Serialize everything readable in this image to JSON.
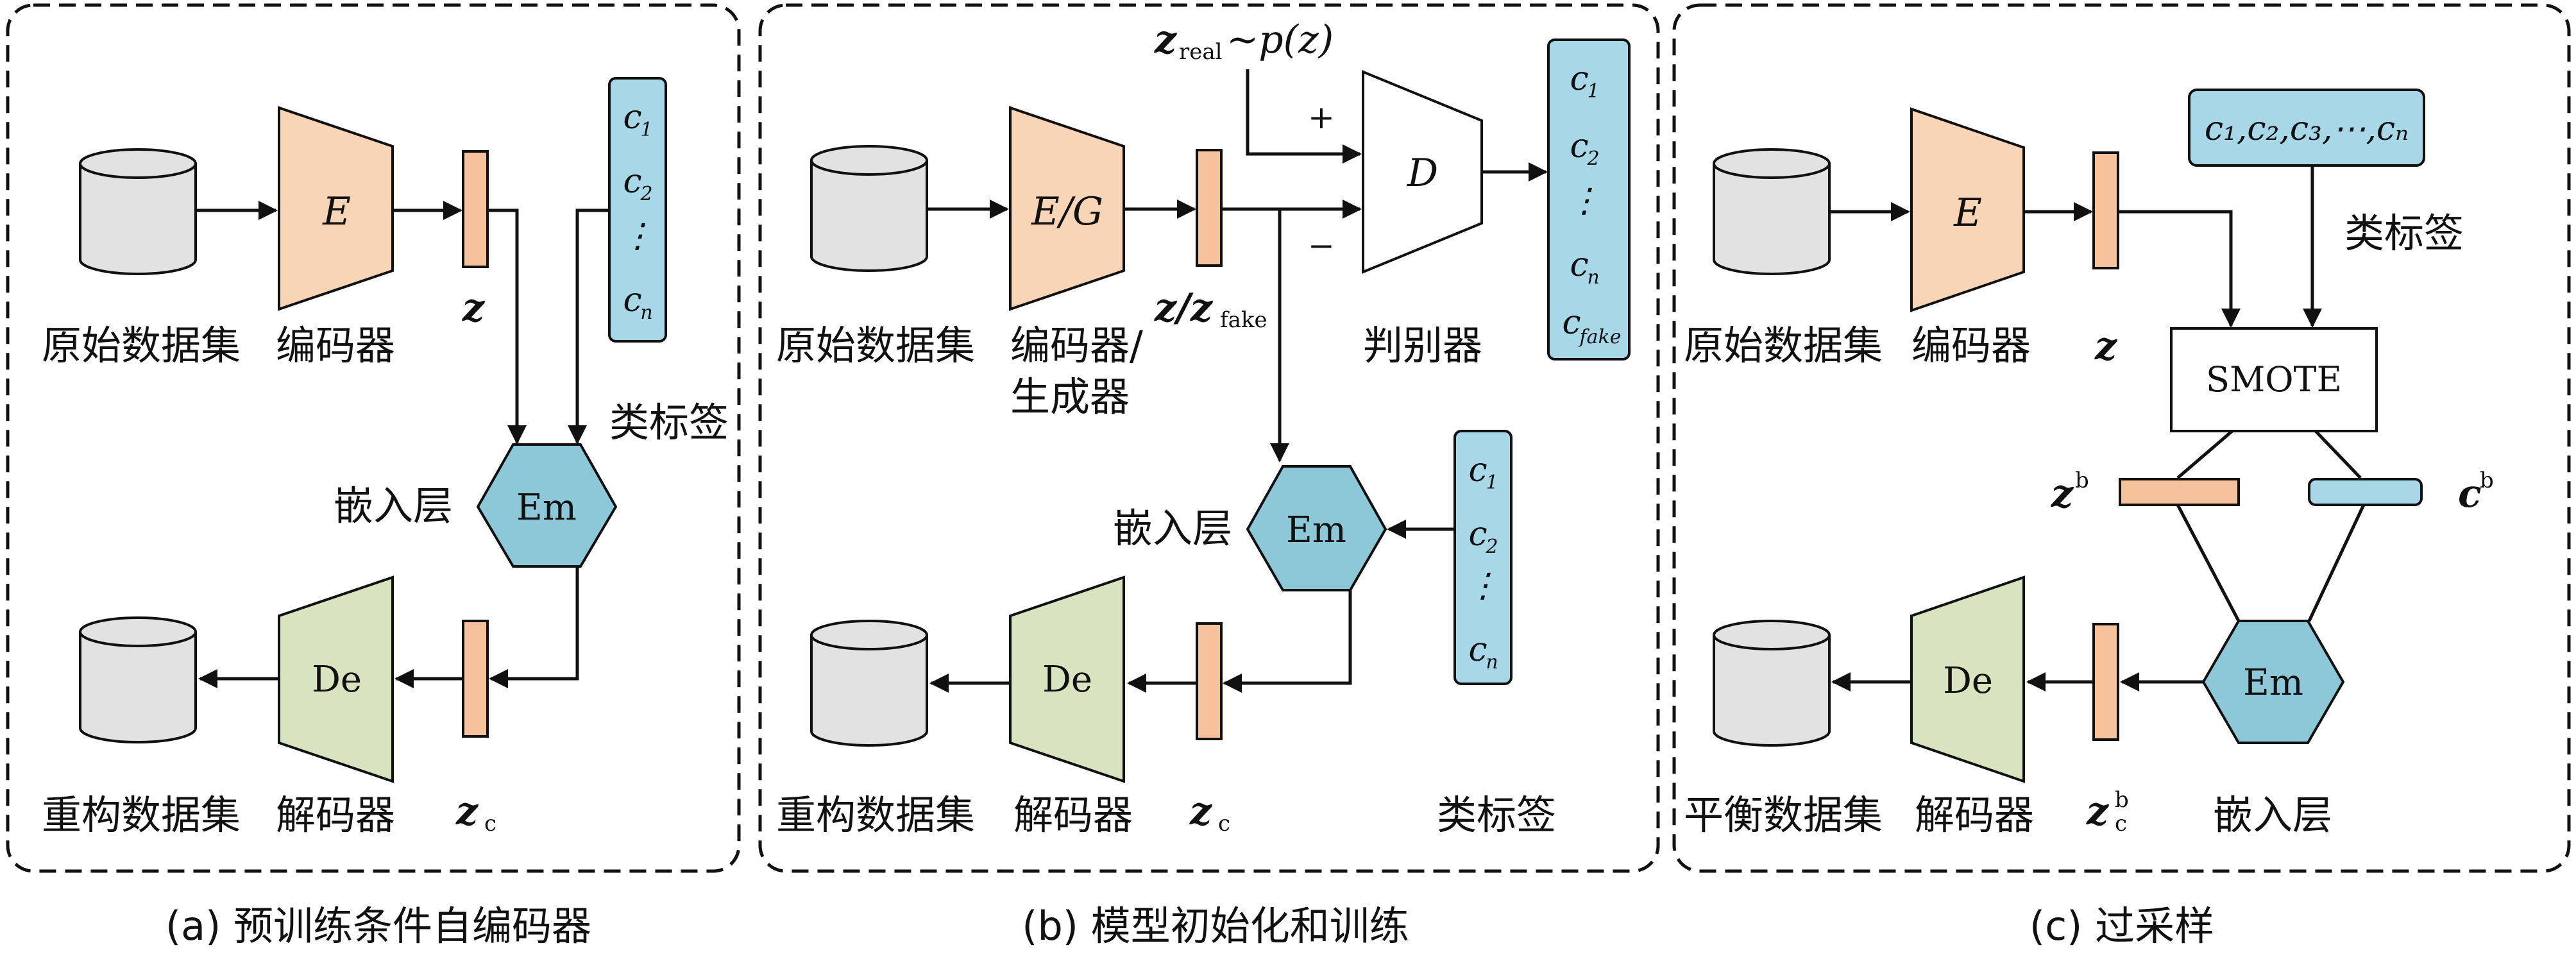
{
  "colors": {
    "cylinder": "#e2e2e2",
    "encoder": "#f9d5b8",
    "decoder": "#d8e4c0",
    "latent": "#f6c29b",
    "label": "#a8d8e8",
    "hexagon": "#8dc8d8",
    "discriminator": "#ffffff"
  },
  "panel_a": {
    "caption": "(a) 预训练条件自编码器",
    "source_label": "原始数据集",
    "encoder_symbol": "E",
    "encoder_label": "编码器",
    "z_label": "z",
    "labels_items": [
      "c",
      "c",
      "⋮",
      "c"
    ],
    "labels_subs": [
      "1",
      "2",
      "",
      "n"
    ],
    "labels_caption": "类标签",
    "embed_symbol": "Em",
    "embed_label": "嵌入层",
    "decoder_symbol": "De",
    "decoder_label": "解码器",
    "zc_label": "z",
    "zc_sub": "c",
    "recon_label": "重构数据集"
  },
  "panel_b": {
    "caption": "(b) 模型初始化和训练",
    "source_label": "原始数据集",
    "encoder_symbol": "E/G",
    "encoder_label_1": "编码器/",
    "encoder_label_2": "生成器",
    "z_label": "z/z",
    "z_sub": "fake",
    "zreal_main": "z",
    "zreal_sub": "real",
    "zreal_rest": "∼p(z)",
    "plus": "+",
    "minus": "−",
    "disc_symbol": "D",
    "disc_label": "判别器",
    "disc_out_items": [
      "c",
      "c",
      "⋮",
      "c",
      "c"
    ],
    "disc_out_subs": [
      "1",
      "2",
      "",
      "n",
      "fake"
    ],
    "embed_symbol": "Em",
    "embed_label": "嵌入层",
    "labels_items": [
      "c",
      "c",
      "⋮",
      "c"
    ],
    "labels_subs": [
      "1",
      "2",
      "",
      "n"
    ],
    "labels_caption": "类标签",
    "decoder_symbol": "De",
    "decoder_label": "解码器",
    "zc_label": "z",
    "zc_sub": "c",
    "recon_label": "重构数据集"
  },
  "panel_c": {
    "caption": "(c) 过采样",
    "source_label": "原始数据集",
    "encoder_symbol": "E",
    "encoder_label": "编码器",
    "z_label": "z",
    "labels_box": "c₁,c₂,c₃,⋯,cₙ",
    "labels_caption": "类标签",
    "smote_label": "SMOTE",
    "zb_label": "z",
    "zb_sup": "b",
    "cb_label": "c",
    "cb_sup": "b",
    "embed_symbol": "Em",
    "embed_label": "嵌入层",
    "decoder_symbol": "De",
    "decoder_label": "解码器",
    "zcb_label": "z",
    "zcb_sub": "c",
    "zcb_sup": "b",
    "balanced_label": "平衡数据集"
  }
}
